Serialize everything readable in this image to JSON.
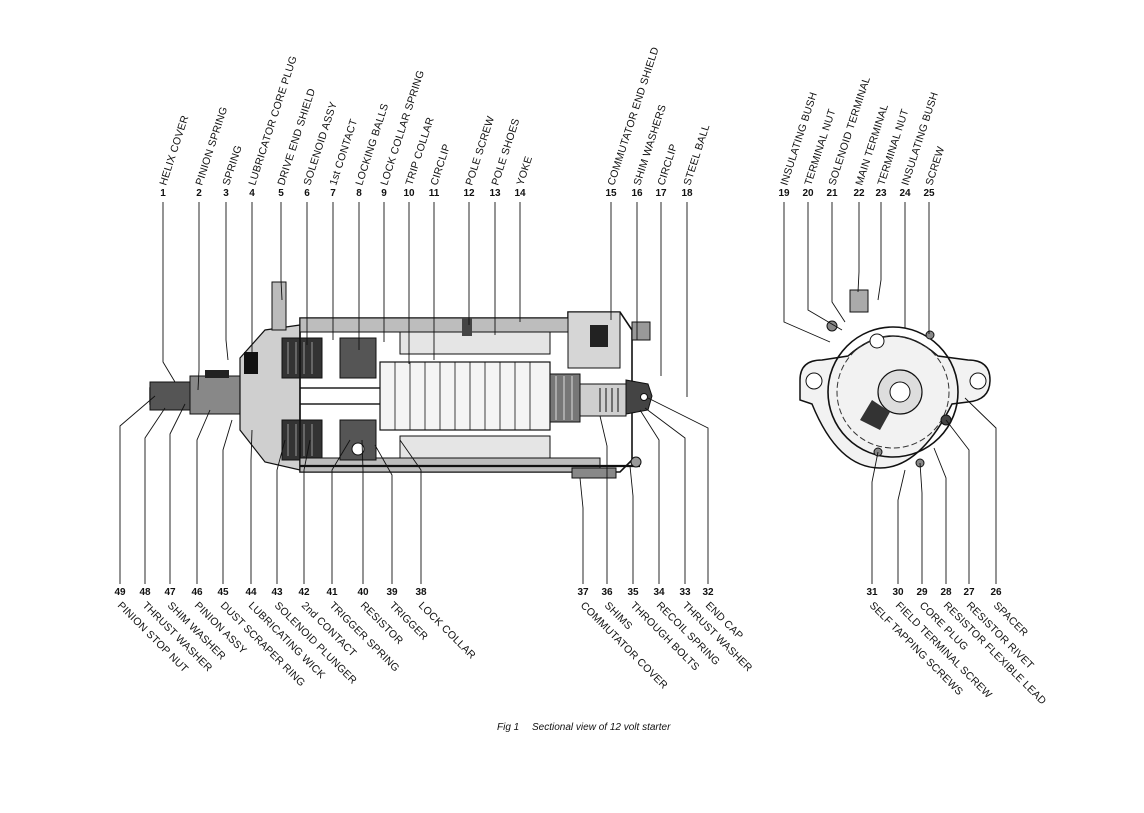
{
  "caption": {
    "fig": "Fig 1",
    "text": "Sectional view of 12 volt starter"
  },
  "top_parts": [
    {
      "n": "1",
      "name": "HELIX COVER"
    },
    {
      "n": "2",
      "name": "PINION SPRING"
    },
    {
      "n": "3",
      "name": "SPRING"
    },
    {
      "n": "4",
      "name": "LUBRICATOR CORE PLUG"
    },
    {
      "n": "5",
      "name": "DRIVE END SHIELD"
    },
    {
      "n": "6",
      "name": "SOLENOID ASSY"
    },
    {
      "n": "7",
      "name": "1st CONTACT"
    },
    {
      "n": "8",
      "name": "LOCKING BALLS"
    },
    {
      "n": "9",
      "name": "LOCK COLLAR SPRING"
    },
    {
      "n": "10",
      "name": "TRIP COLLAR"
    },
    {
      "n": "11",
      "name": "CIRCLIP"
    },
    {
      "n": "12",
      "name": "POLE SCREW"
    },
    {
      "n": "13",
      "name": "POLE SHOES"
    },
    {
      "n": "14",
      "name": "YOKE"
    },
    {
      "n": "15",
      "name": "COMMUTATOR END SHIELD"
    },
    {
      "n": "16",
      "name": "SHIM WASHERS"
    },
    {
      "n": "17",
      "name": "CIRCLIP"
    },
    {
      "n": "18",
      "name": "STEEL BALL"
    },
    {
      "n": "19",
      "name": "INSULATING BUSH"
    },
    {
      "n": "20",
      "name": "TERMINAL NUT"
    },
    {
      "n": "21",
      "name": "SOLENOID TERMINAL"
    },
    {
      "n": "22",
      "name": "MAIN TERMINAL"
    },
    {
      "n": "23",
      "name": "TERMINAL NUT"
    },
    {
      "n": "24",
      "name": "INSULATING BUSH"
    },
    {
      "n": "25",
      "name": "SCREW"
    }
  ],
  "bottom_parts": [
    {
      "n": "49",
      "name": "PINION STOP NUT"
    },
    {
      "n": "48",
      "name": "THRUST WASHER"
    },
    {
      "n": "47",
      "name": "SHIM WASHER"
    },
    {
      "n": "46",
      "name": "PINION ASSY"
    },
    {
      "n": "45",
      "name": "DUST SCRAPER RING"
    },
    {
      "n": "44",
      "name": "LUBRICATING WICK"
    },
    {
      "n": "43",
      "name": "SOLENOID PLUNGER"
    },
    {
      "n": "42",
      "name": "2nd CONTACT"
    },
    {
      "n": "41",
      "name": "TRIGGER SPRING"
    },
    {
      "n": "40",
      "name": "RESISTOR"
    },
    {
      "n": "39",
      "name": "TRIGGER"
    },
    {
      "n": "38",
      "name": "LOCK COLLAR"
    },
    {
      "n": "37",
      "name": "COMMUTATOR COVER"
    },
    {
      "n": "36",
      "name": "SHIMS"
    },
    {
      "n": "35",
      "name": "THROUGH BOLTS"
    },
    {
      "n": "34",
      "name": "RECOIL SPRING"
    },
    {
      "n": "33",
      "name": "THRUST WASHER"
    },
    {
      "n": "32",
      "name": "END CAP"
    },
    {
      "n": "31",
      "name": "SELF TAPPING SCREWS"
    },
    {
      "n": "30",
      "name": "FIELD TERMINAL SCREW"
    },
    {
      "n": "29",
      "name": "CORE PLUG"
    },
    {
      "n": "28",
      "name": "RESISTOR FLEXIBLE LEAD"
    },
    {
      "n": "27",
      "name": "RESISTOR RIVET"
    },
    {
      "n": "26",
      "name": "SPACER"
    }
  ]
}
